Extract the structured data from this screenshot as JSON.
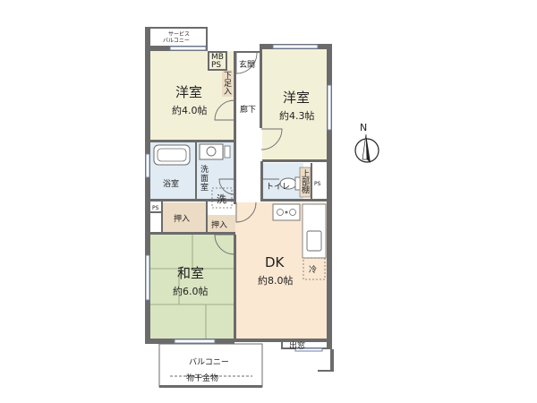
{
  "colors": {
    "western_room": "#f3f0d8",
    "japanese_room": "#d9e5c1",
    "dk": "#fbe8d2",
    "wet_area": "#e0ebf3",
    "closet": "#ecdcc5",
    "wall": "#6b6b6b",
    "window": "#6f7fa0"
  },
  "rooms": {
    "western_1": {
      "name": "洋室",
      "area": "約4.0帖"
    },
    "western_2": {
      "name": "洋室",
      "area": "約4.3帖"
    },
    "japanese": {
      "name": "和室",
      "area": "約6.0帖"
    },
    "dk": {
      "name": "DK",
      "area": "約8.0帖"
    }
  },
  "labels": {
    "service_balcony": "サービス\nバルコニー",
    "mb_ps": "MB\nPS",
    "shoe_closet": "下足入",
    "entrance": "玄関",
    "hallway": "廊下",
    "bath": "浴室",
    "washroom": "洗\n面\n室",
    "washer": "洗",
    "toilet": "トイレ",
    "upper_cabinet": "上\n部\n棚",
    "ps_left": "PS",
    "ps_right": "PS",
    "closet_1": "押入",
    "closet_2": "押入",
    "fridge": "冷",
    "bay_window": "出窓",
    "balcony": "バルコニー",
    "clothes_pole": "物干金物"
  },
  "compass": {
    "north": "N"
  }
}
